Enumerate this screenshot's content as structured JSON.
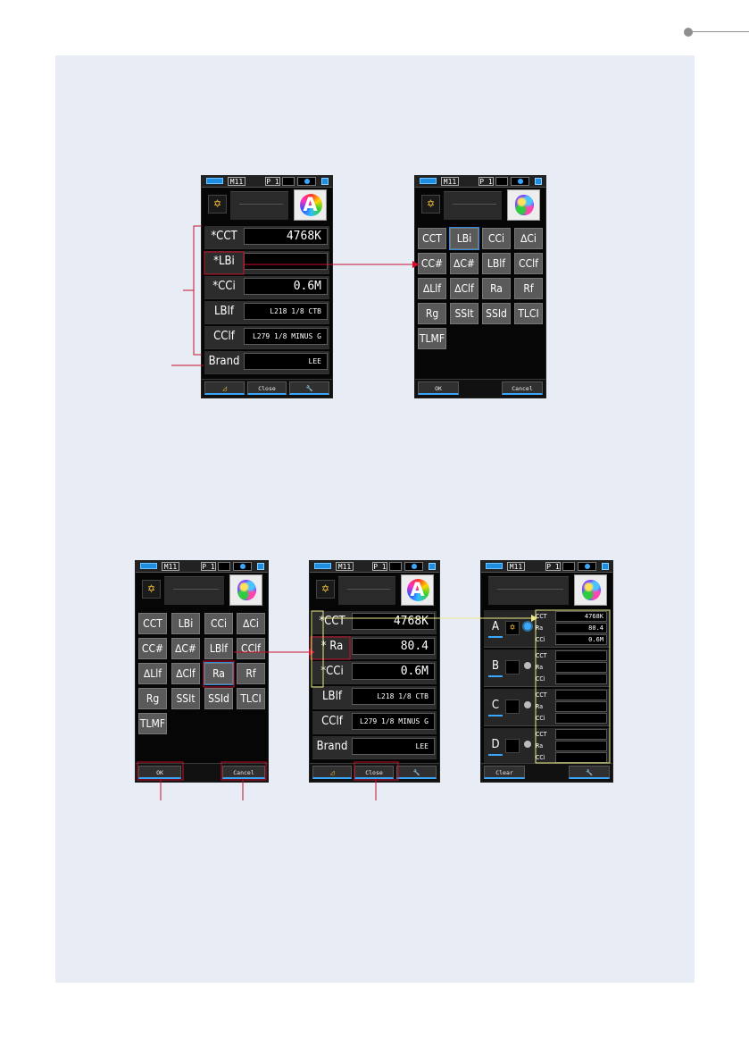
{
  "status_bar": {
    "memory": "M11",
    "page": "P 1"
  },
  "icons": {
    "lamp": "sun-star-icon",
    "mode_a": "rainbow-a-icon",
    "mode_blob": "color-blob-icon",
    "wrench": "wrench-icon",
    "triangle": "delta-triangle-icon"
  },
  "colors": {
    "panel_bg": "#e8edf5",
    "screen_bg": "#060606",
    "accent_blue": "#3ba6ff",
    "callout_red": "#c8102e",
    "callout_yellow": "#ecec8a"
  },
  "screen1": {
    "rows": [
      {
        "label": "*CCT",
        "value": "4768K"
      },
      {
        "label": "*LBi",
        "value": ""
      },
      {
        "label": "*CCi",
        "value": "0.6M"
      },
      {
        "label": "LBlf",
        "value": "L218 1/8 CTB"
      },
      {
        "label": "CClf",
        "value": "L279 1/8 MINUS G"
      },
      {
        "label": "Brand",
        "value": "LEE"
      }
    ],
    "close_label": "Close"
  },
  "selector": {
    "chips": [
      "CCT",
      "LBi",
      "CCi",
      "∆Ci",
      "CC#",
      "∆C#",
      "LBlf",
      "CClf",
      "∆Llf",
      "∆Clf",
      "Ra",
      "Rf",
      "Rg",
      "SSIt",
      "SSId",
      "TLCI",
      "TLMF"
    ],
    "ok_label": "OK",
    "cancel_label": "Cancel"
  },
  "screen4": {
    "rows": [
      {
        "label": "*CCT",
        "value": "4768K"
      },
      {
        "label": "* Ra",
        "value": "80.4"
      },
      {
        "label": "*CCi",
        "value": "0.6M"
      },
      {
        "label": "LBlf",
        "value": "L218 1/8 CTB"
      },
      {
        "label": "CClf",
        "value": "L279 1/8 MINUS G"
      },
      {
        "label": "Brand",
        "value": "LEE"
      }
    ],
    "close_label": "Close"
  },
  "screen5": {
    "slots": [
      {
        "letter": "A",
        "keys": [
          "CCT",
          "Ra",
          "CCi"
        ],
        "values": [
          "4768K",
          "80.4",
          "0.6M"
        ]
      },
      {
        "letter": "B",
        "keys": [
          "CCT",
          "Ra",
          "CCi"
        ],
        "values": [
          "",
          "",
          ""
        ]
      },
      {
        "letter": "C",
        "keys": [
          "CCT",
          "Ra",
          "CCi"
        ],
        "values": [
          "",
          "",
          ""
        ]
      },
      {
        "letter": "D",
        "keys": [
          "CCT",
          "Ra",
          "CCi"
        ],
        "values": [
          "",
          "",
          ""
        ]
      }
    ],
    "clear_label": "Clear"
  }
}
